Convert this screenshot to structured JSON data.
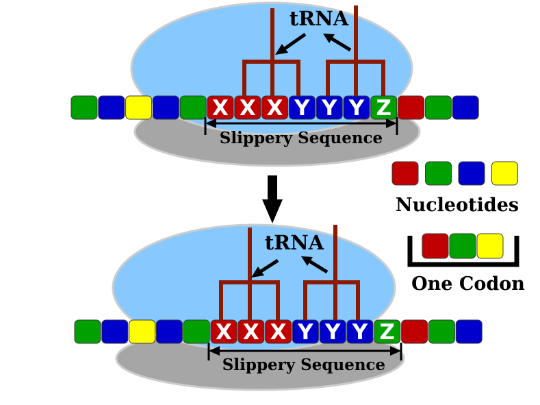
{
  "colors": {
    "red": "#c00000",
    "green": "#00a000",
    "blue": "#0000cc",
    "yellow": "#ffff00",
    "ribosome_large": "#87c9ff",
    "ribosome_small": "#a6a6a6",
    "trna": "#8b1a00",
    "arrow": "#000000"
  },
  "panels": [
    {
      "trna_label": "tRNA",
      "slippery_label": "Slippery Sequence",
      "mrna": [
        {
          "color": "green",
          "letter": ""
        },
        {
          "color": "blue",
          "letter": ""
        },
        {
          "color": "yellow",
          "letter": ""
        },
        {
          "color": "blue",
          "letter": ""
        },
        {
          "color": "green",
          "letter": ""
        },
        {
          "color": "red",
          "letter": "X"
        },
        {
          "color": "red",
          "letter": "X"
        },
        {
          "color": "red",
          "letter": "X"
        },
        {
          "color": "blue",
          "letter": "Y"
        },
        {
          "color": "blue",
          "letter": "Y"
        },
        {
          "color": "blue",
          "letter": "Y"
        },
        {
          "color": "green",
          "letter": "Z"
        },
        {
          "color": "red",
          "letter": ""
        },
        {
          "color": "green",
          "letter": ""
        },
        {
          "color": "blue",
          "letter": ""
        }
      ]
    },
    {
      "trna_label": "tRNA",
      "slippery_label": "Slippery Sequence",
      "mrna": [
        {
          "color": "green",
          "letter": ""
        },
        {
          "color": "blue",
          "letter": ""
        },
        {
          "color": "yellow",
          "letter": ""
        },
        {
          "color": "blue",
          "letter": ""
        },
        {
          "color": "green",
          "letter": ""
        },
        {
          "color": "red",
          "letter": "X"
        },
        {
          "color": "red",
          "letter": "X"
        },
        {
          "color": "red",
          "letter": "X"
        },
        {
          "color": "blue",
          "letter": "Y"
        },
        {
          "color": "blue",
          "letter": "Y"
        },
        {
          "color": "blue",
          "letter": "Y"
        },
        {
          "color": "green",
          "letter": "Z"
        },
        {
          "color": "red",
          "letter": ""
        },
        {
          "color": "green",
          "letter": ""
        },
        {
          "color": "blue",
          "letter": ""
        }
      ]
    }
  ],
  "legend": {
    "nucleotides_label": "Nucleotides",
    "nucleotides": [
      "red",
      "green",
      "blue",
      "yellow"
    ],
    "codon_label": "One Codon",
    "codon": [
      "red",
      "green",
      "yellow"
    ]
  }
}
